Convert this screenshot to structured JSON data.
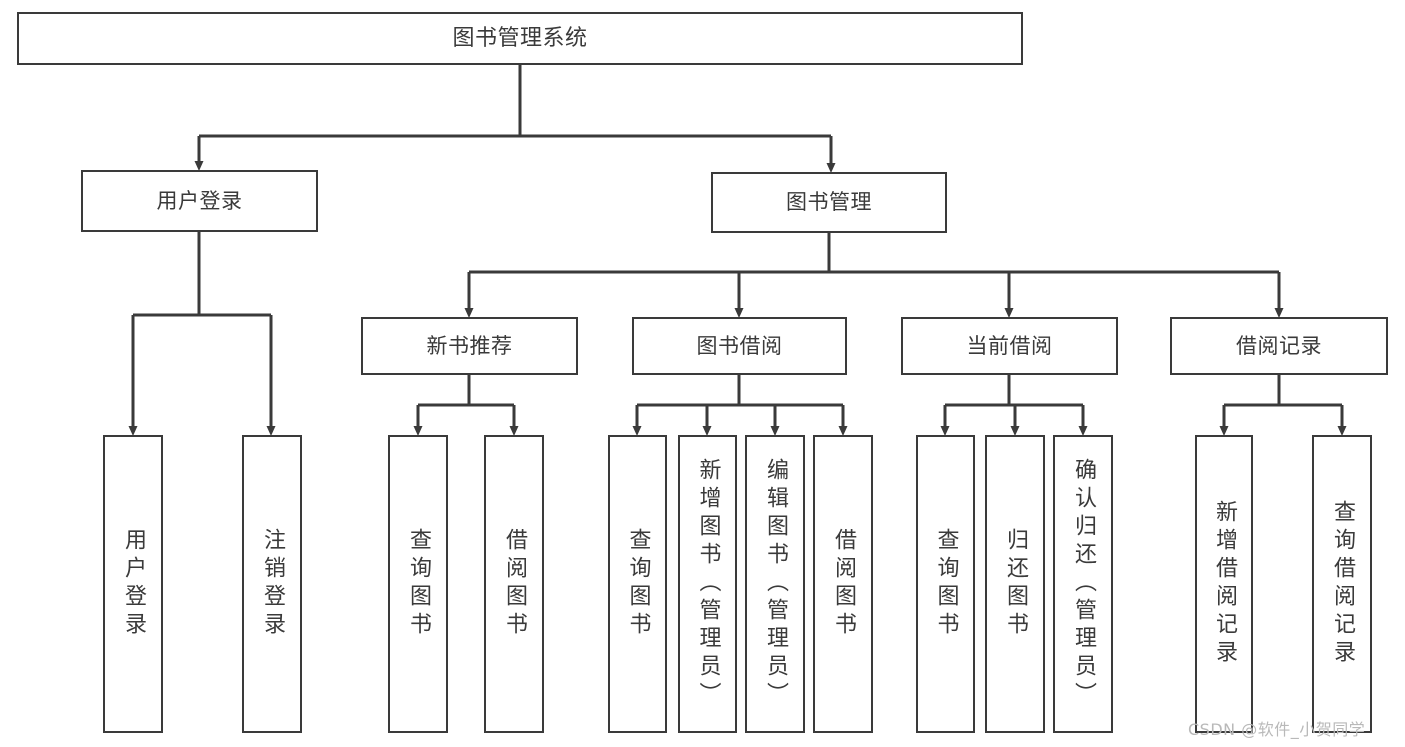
{
  "diagram": {
    "title": "图书管理系统",
    "colors": {
      "stroke": "#3a3a3a",
      "background": "#ffffff",
      "watermark": "#b9b9b9"
    },
    "root": {
      "label": "图书管理系统"
    },
    "level2": {
      "user_login": "用户登录",
      "book_manage": "图书管理"
    },
    "level3": {
      "new_book_rec": "新书推荐",
      "book_borrow": "图书借阅",
      "current_borrow": "当前借阅",
      "borrow_record": "借阅记录"
    },
    "leaves": {
      "user_login_1": "用户登录",
      "user_login_2": "注销登录",
      "new_book_1": "查询图书",
      "new_book_2": "借阅图书",
      "borrow_1": "查询图书",
      "borrow_2": "新增图书（管理员）",
      "borrow_3": "编辑图书（管理员）",
      "borrow_4": "借阅图书",
      "current_1": "查询图书",
      "current_2": "归还图书",
      "current_3": "确认归还（管理员）",
      "record_1": "新增借阅记录",
      "record_2": "查询借阅记录"
    }
  },
  "watermark": {
    "text": "CSDN @软件_小贺同学"
  }
}
